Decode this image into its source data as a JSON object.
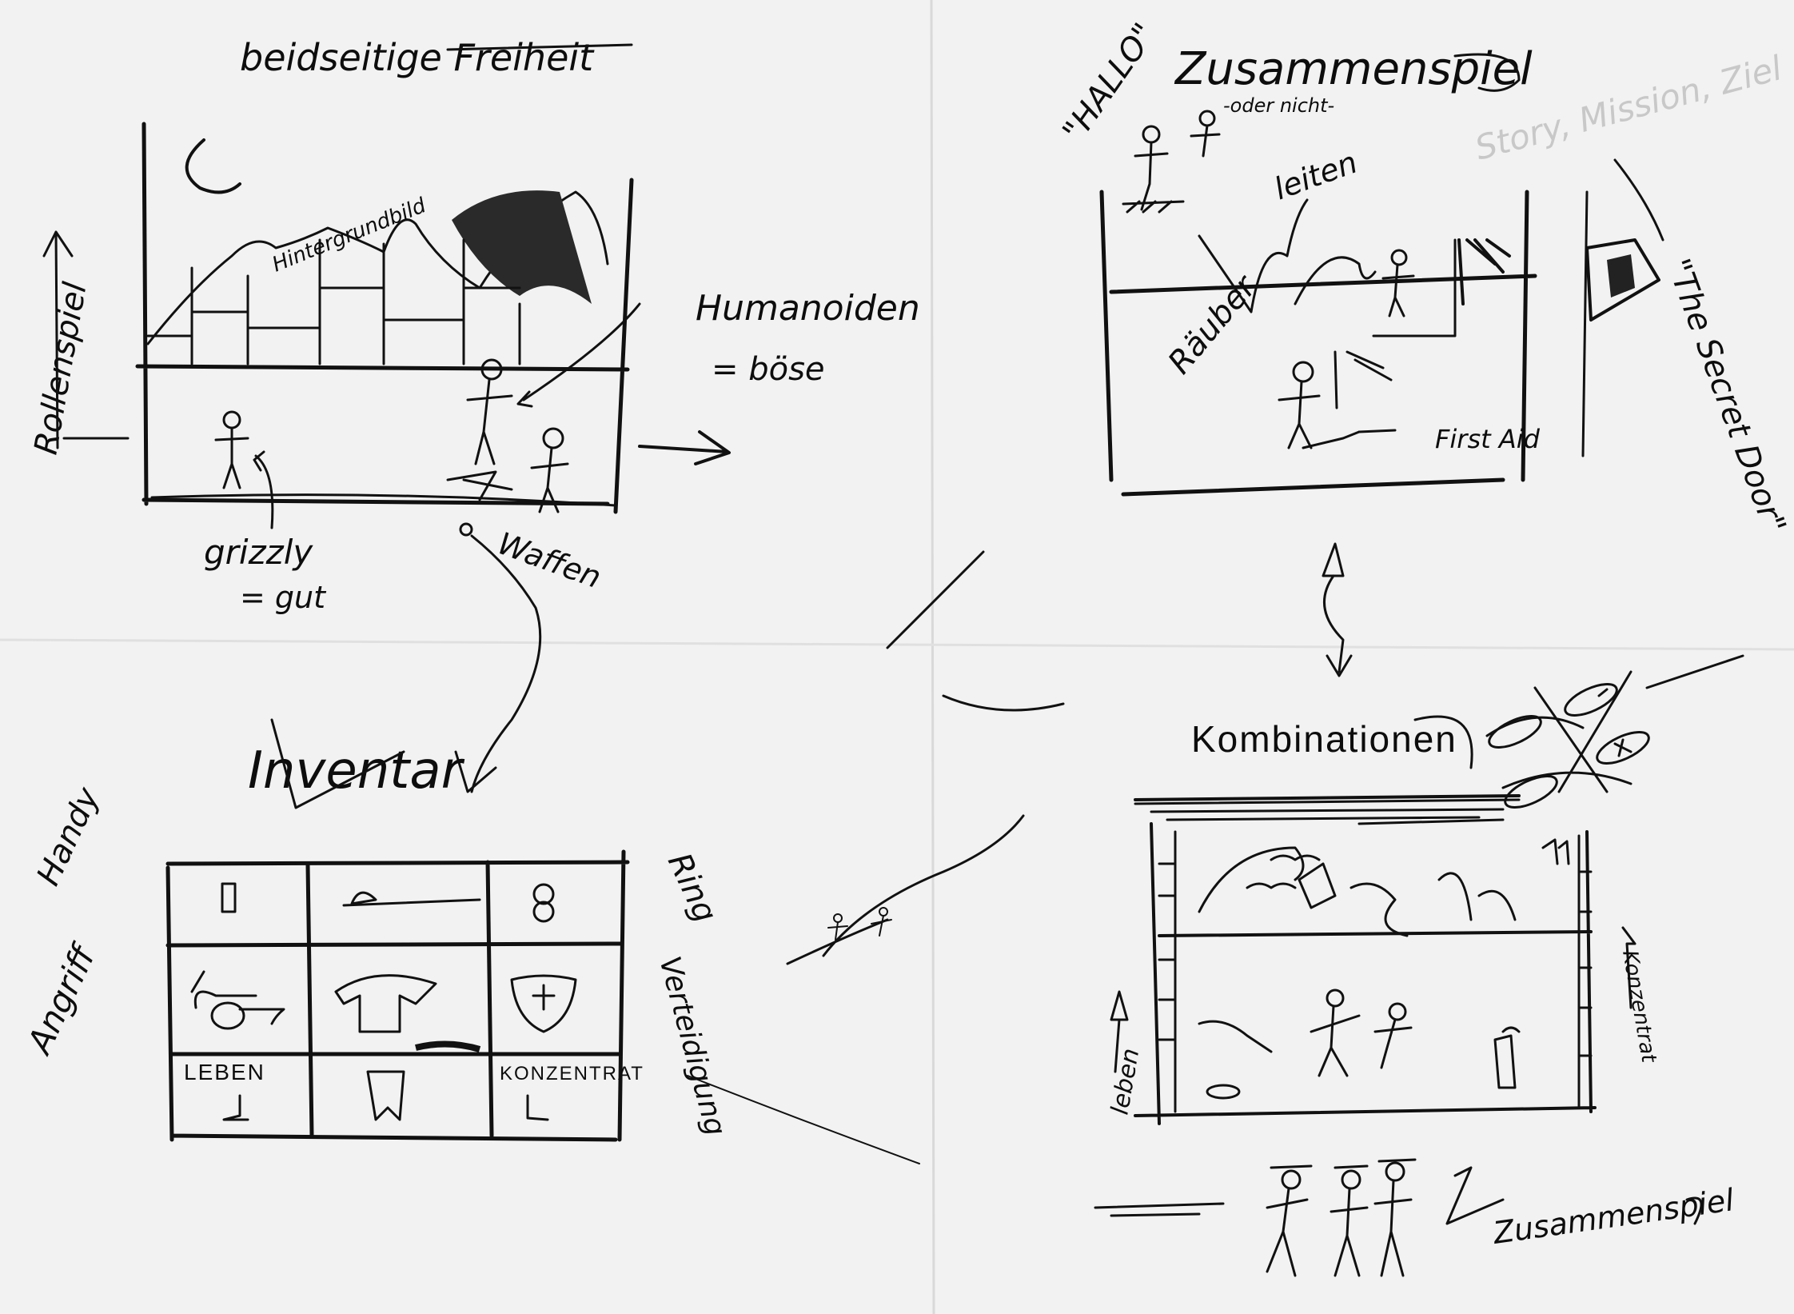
{
  "panels": {
    "top_left": {
      "title": "beidseitige Freiheit",
      "background_label": "Hintergrundbild",
      "side_label": "Rollenspiel",
      "enemy_label": "Humanoiden",
      "enemy_note": "= böse",
      "hero_label": "grizzly",
      "hero_note": "= gut",
      "weapon_label": "Waffen"
    },
    "top_right": {
      "title": "Zusammenspiel",
      "subtitle": "-oder nicht-",
      "speech": "\"HALLO\"",
      "jump_label": "leiten",
      "enemy_label": "Räuber",
      "firstaid_label": "First Aid",
      "door_label": "\"The Secret Door\"",
      "faint_text": "Story, Mission, Ziel"
    },
    "center": {
      "game_title_1": "Planet",
      "game_title_2": "of",
      "game_title_3": "the Grizzlies"
    },
    "bottom_left": {
      "title": "Inventar",
      "label_handy": "Handy",
      "label_angriff": "Angriff",
      "label_ring": "Ring",
      "label_verteidigung": "Verteidigung",
      "cell_leben": "LEBEN",
      "cell_konzentration": "KONZENTRAT"
    },
    "bottom_right": {
      "title": "Kombinationen",
      "left_label": "leben",
      "right_label": "Konzentrat",
      "bottom_label": "Zusammenspiel"
    }
  },
  "colors": {
    "paper": "#f2f2f2",
    "ink": "#111111",
    "faint": "#c8c8c8"
  }
}
